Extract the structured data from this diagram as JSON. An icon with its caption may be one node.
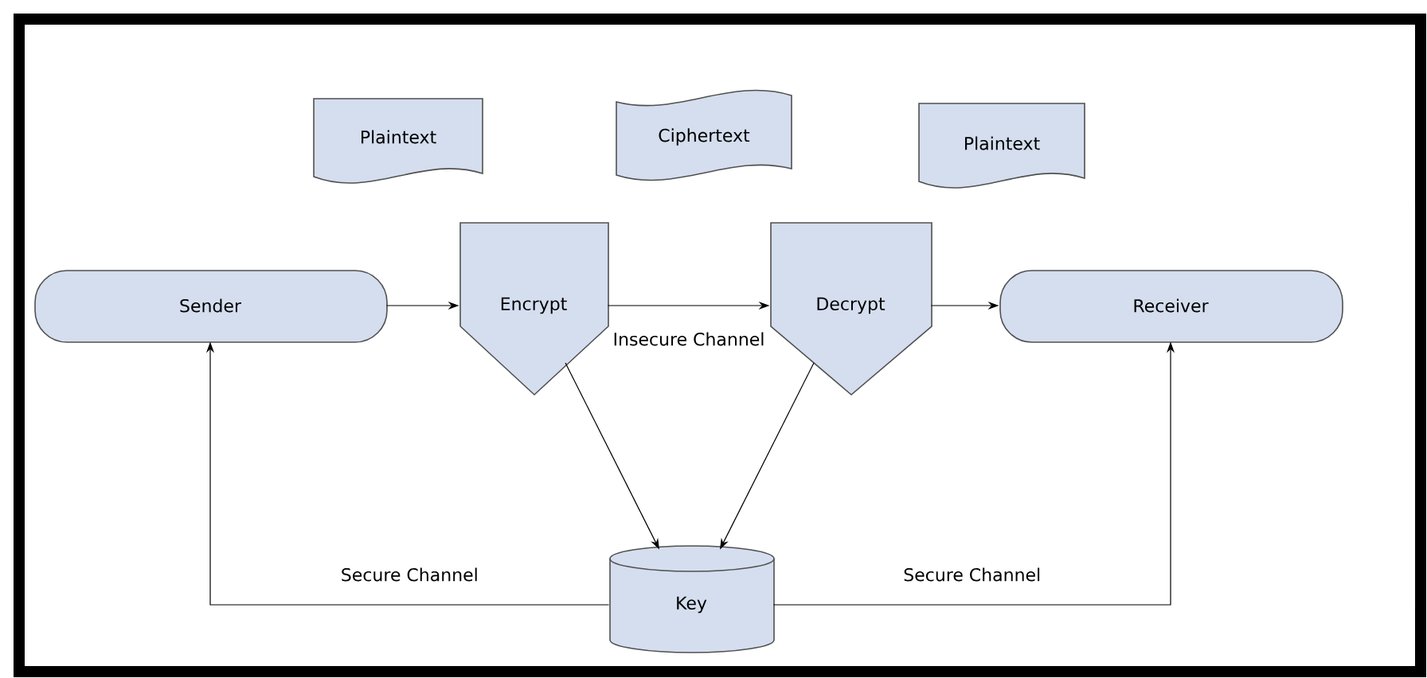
{
  "diagram": {
    "nodes": [
      {
        "text": [
          "Plaintext"
        ]
      },
      {
        "text": [
          "Ciphertext"
        ]
      },
      {
        "text": [
          "Plaintext"
        ]
      },
      {
        "text": [
          "Sender"
        ]
      },
      {
        "text": [
          "Encrypt"
        ]
      },
      {
        "text": [
          "Decrypt"
        ]
      },
      {
        "text": [
          "Receiver"
        ]
      },
      {
        "text": [
          "Key"
        ]
      }
    ],
    "edges": [
      {
        "from": 3,
        "to": 4,
        "arrow": "to"
      },
      {
        "from": 4,
        "to": 5,
        "arrow": "to",
        "label": "Insecure Channel"
      },
      {
        "from": 5,
        "to": 6,
        "arrow": "to"
      },
      {
        "from": 4,
        "to": 7,
        "arrow": "to"
      },
      {
        "from": 5,
        "to": 7,
        "arrow": "to"
      },
      {
        "from": 7,
        "to": 3,
        "arrow": "to",
        "label": "Secure Channel"
      },
      {
        "from": 7,
        "to": 6,
        "arrow": "to",
        "label": "Secure Channel"
      }
    ]
  }
}
